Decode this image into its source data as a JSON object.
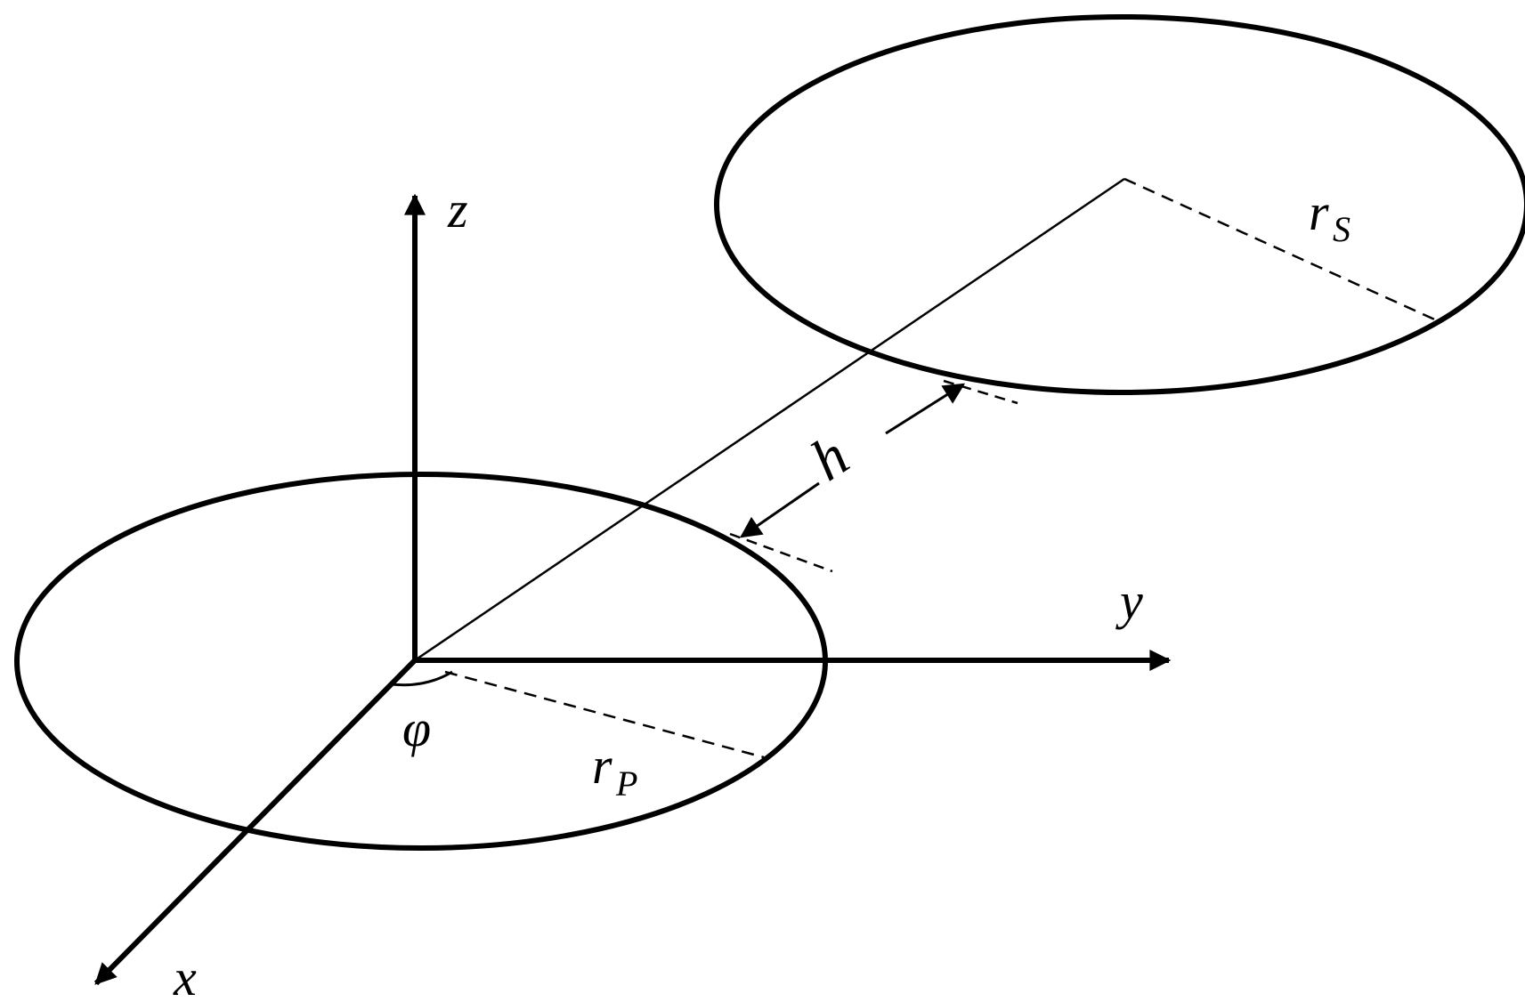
{
  "labels": {
    "z_axis": "z",
    "y_axis": "y",
    "x_axis": "x",
    "angle": "φ",
    "radius_s_main": "r",
    "radius_s_sub": "S",
    "radius_p_main": "r",
    "radius_p_sub": "P",
    "distance": "h"
  },
  "colors": {
    "stroke": "#000000",
    "background": "#ffffff"
  }
}
